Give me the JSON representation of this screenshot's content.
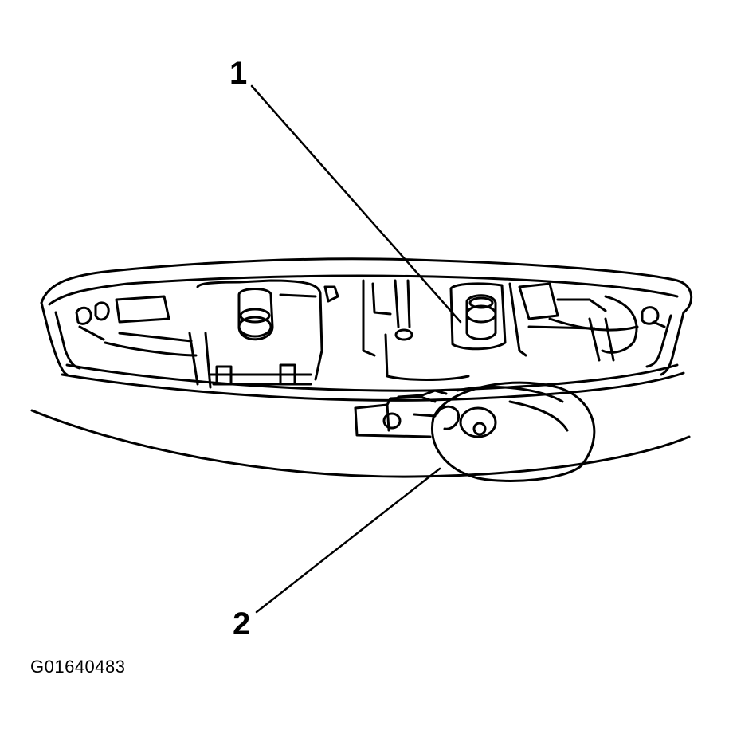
{
  "callouts": [
    {
      "number": "1"
    },
    {
      "number": "2"
    }
  ],
  "figure_id": "G01640483"
}
